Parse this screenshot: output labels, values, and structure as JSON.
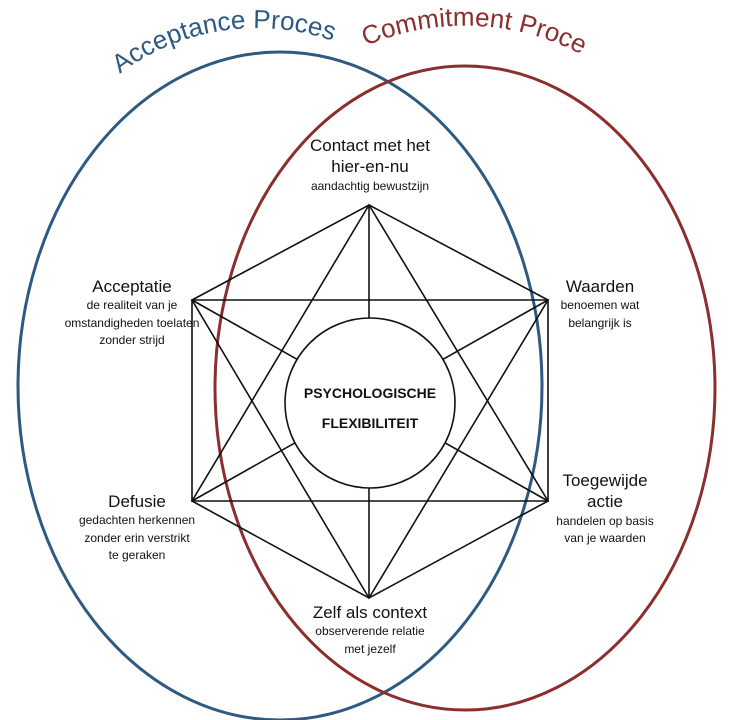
{
  "colors": {
    "acceptance": "#2e5a82",
    "commitment": "#8b2e2e",
    "lines": "#111111"
  },
  "process_labels": {
    "acceptance": "Acceptance Proces",
    "commitment": "Commitment Proces"
  },
  "center": {
    "line1": "PSYCHOLOGISCHE",
    "line2": "FLEXIBILITEIT"
  },
  "nodes": {
    "contact": {
      "title_line1": "Contact met het",
      "title_line2": "hier-en-nu",
      "sub_line1": "aandachtig bewustzijn"
    },
    "acceptatie": {
      "title_line1": "Acceptatie",
      "sub_line1": "de realiteit van je",
      "sub_line2": "omstandigheden toelaten",
      "sub_line3": "zonder strijd"
    },
    "waarden": {
      "title_line1": "Waarden",
      "sub_line1": "benoemen wat",
      "sub_line2": "belangrijk is"
    },
    "defusie": {
      "title_line1": "Defusie",
      "sub_line1": "gedachten herkennen",
      "sub_line2": "zonder erin verstrikt",
      "sub_line3": "te geraken"
    },
    "toegewijde": {
      "title_line1": "Toegewijde",
      "title_line2": "actie",
      "sub_line1": "handelen op basis",
      "sub_line2": "van je waarden"
    },
    "zelf": {
      "title_line1": "Zelf als context",
      "sub_line1": "observerende relatie",
      "sub_line2": "met jezelf"
    }
  }
}
